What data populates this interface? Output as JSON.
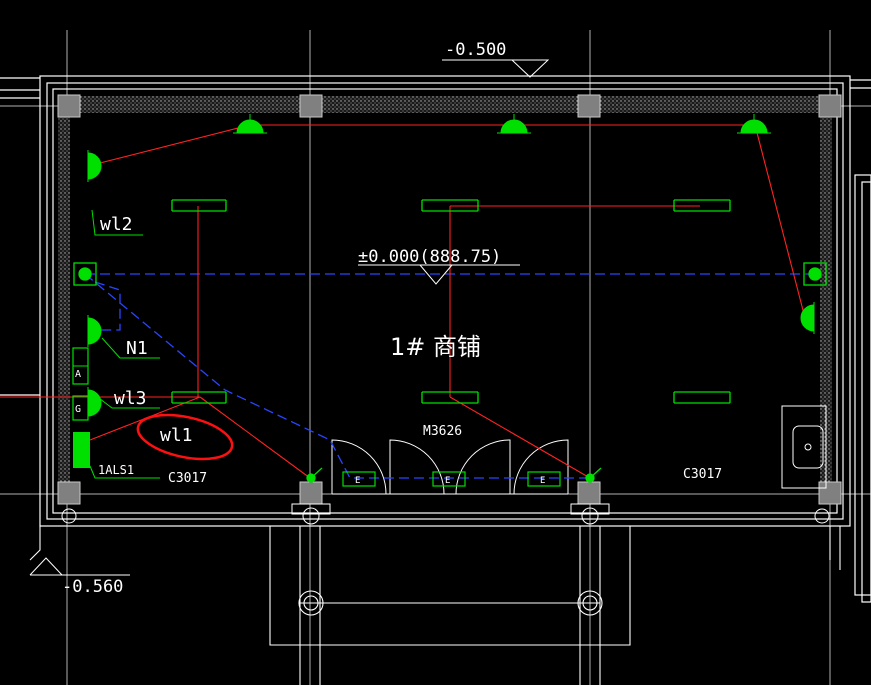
{
  "labels": {
    "elev_top": "-0.500",
    "elev_center": "±0.000(888.75)",
    "elev_bottom_left": "-0.560",
    "room_name": "1# 商铺",
    "door_label": "M3626",
    "window_left": "C3017",
    "window_right": "C3017",
    "wl1": "wl1",
    "wl2": "wl2",
    "wl3": "wl3",
    "n1": "N1",
    "panel": "1ALS1",
    "box_a": "A",
    "box_g": "G",
    "door_mark_e": "E"
  },
  "colors": {
    "background": "#000000",
    "wall": "#ffffff",
    "grid": "#c0c0c0",
    "wire_red": "#ff2020",
    "wire_blue": "#2040ff",
    "fixture_green": "#00e000",
    "column_fill": "#808080",
    "annotation_circle": "#ff0000"
  },
  "icons": {
    "lamp": "wall-lamp-icon",
    "fluorescent": "fluorescent-tube-icon",
    "junction": "junction-box-icon",
    "switch": "switch-icon",
    "panel": "distribution-panel-icon",
    "sink": "sink-icon",
    "column": "column-icon"
  }
}
